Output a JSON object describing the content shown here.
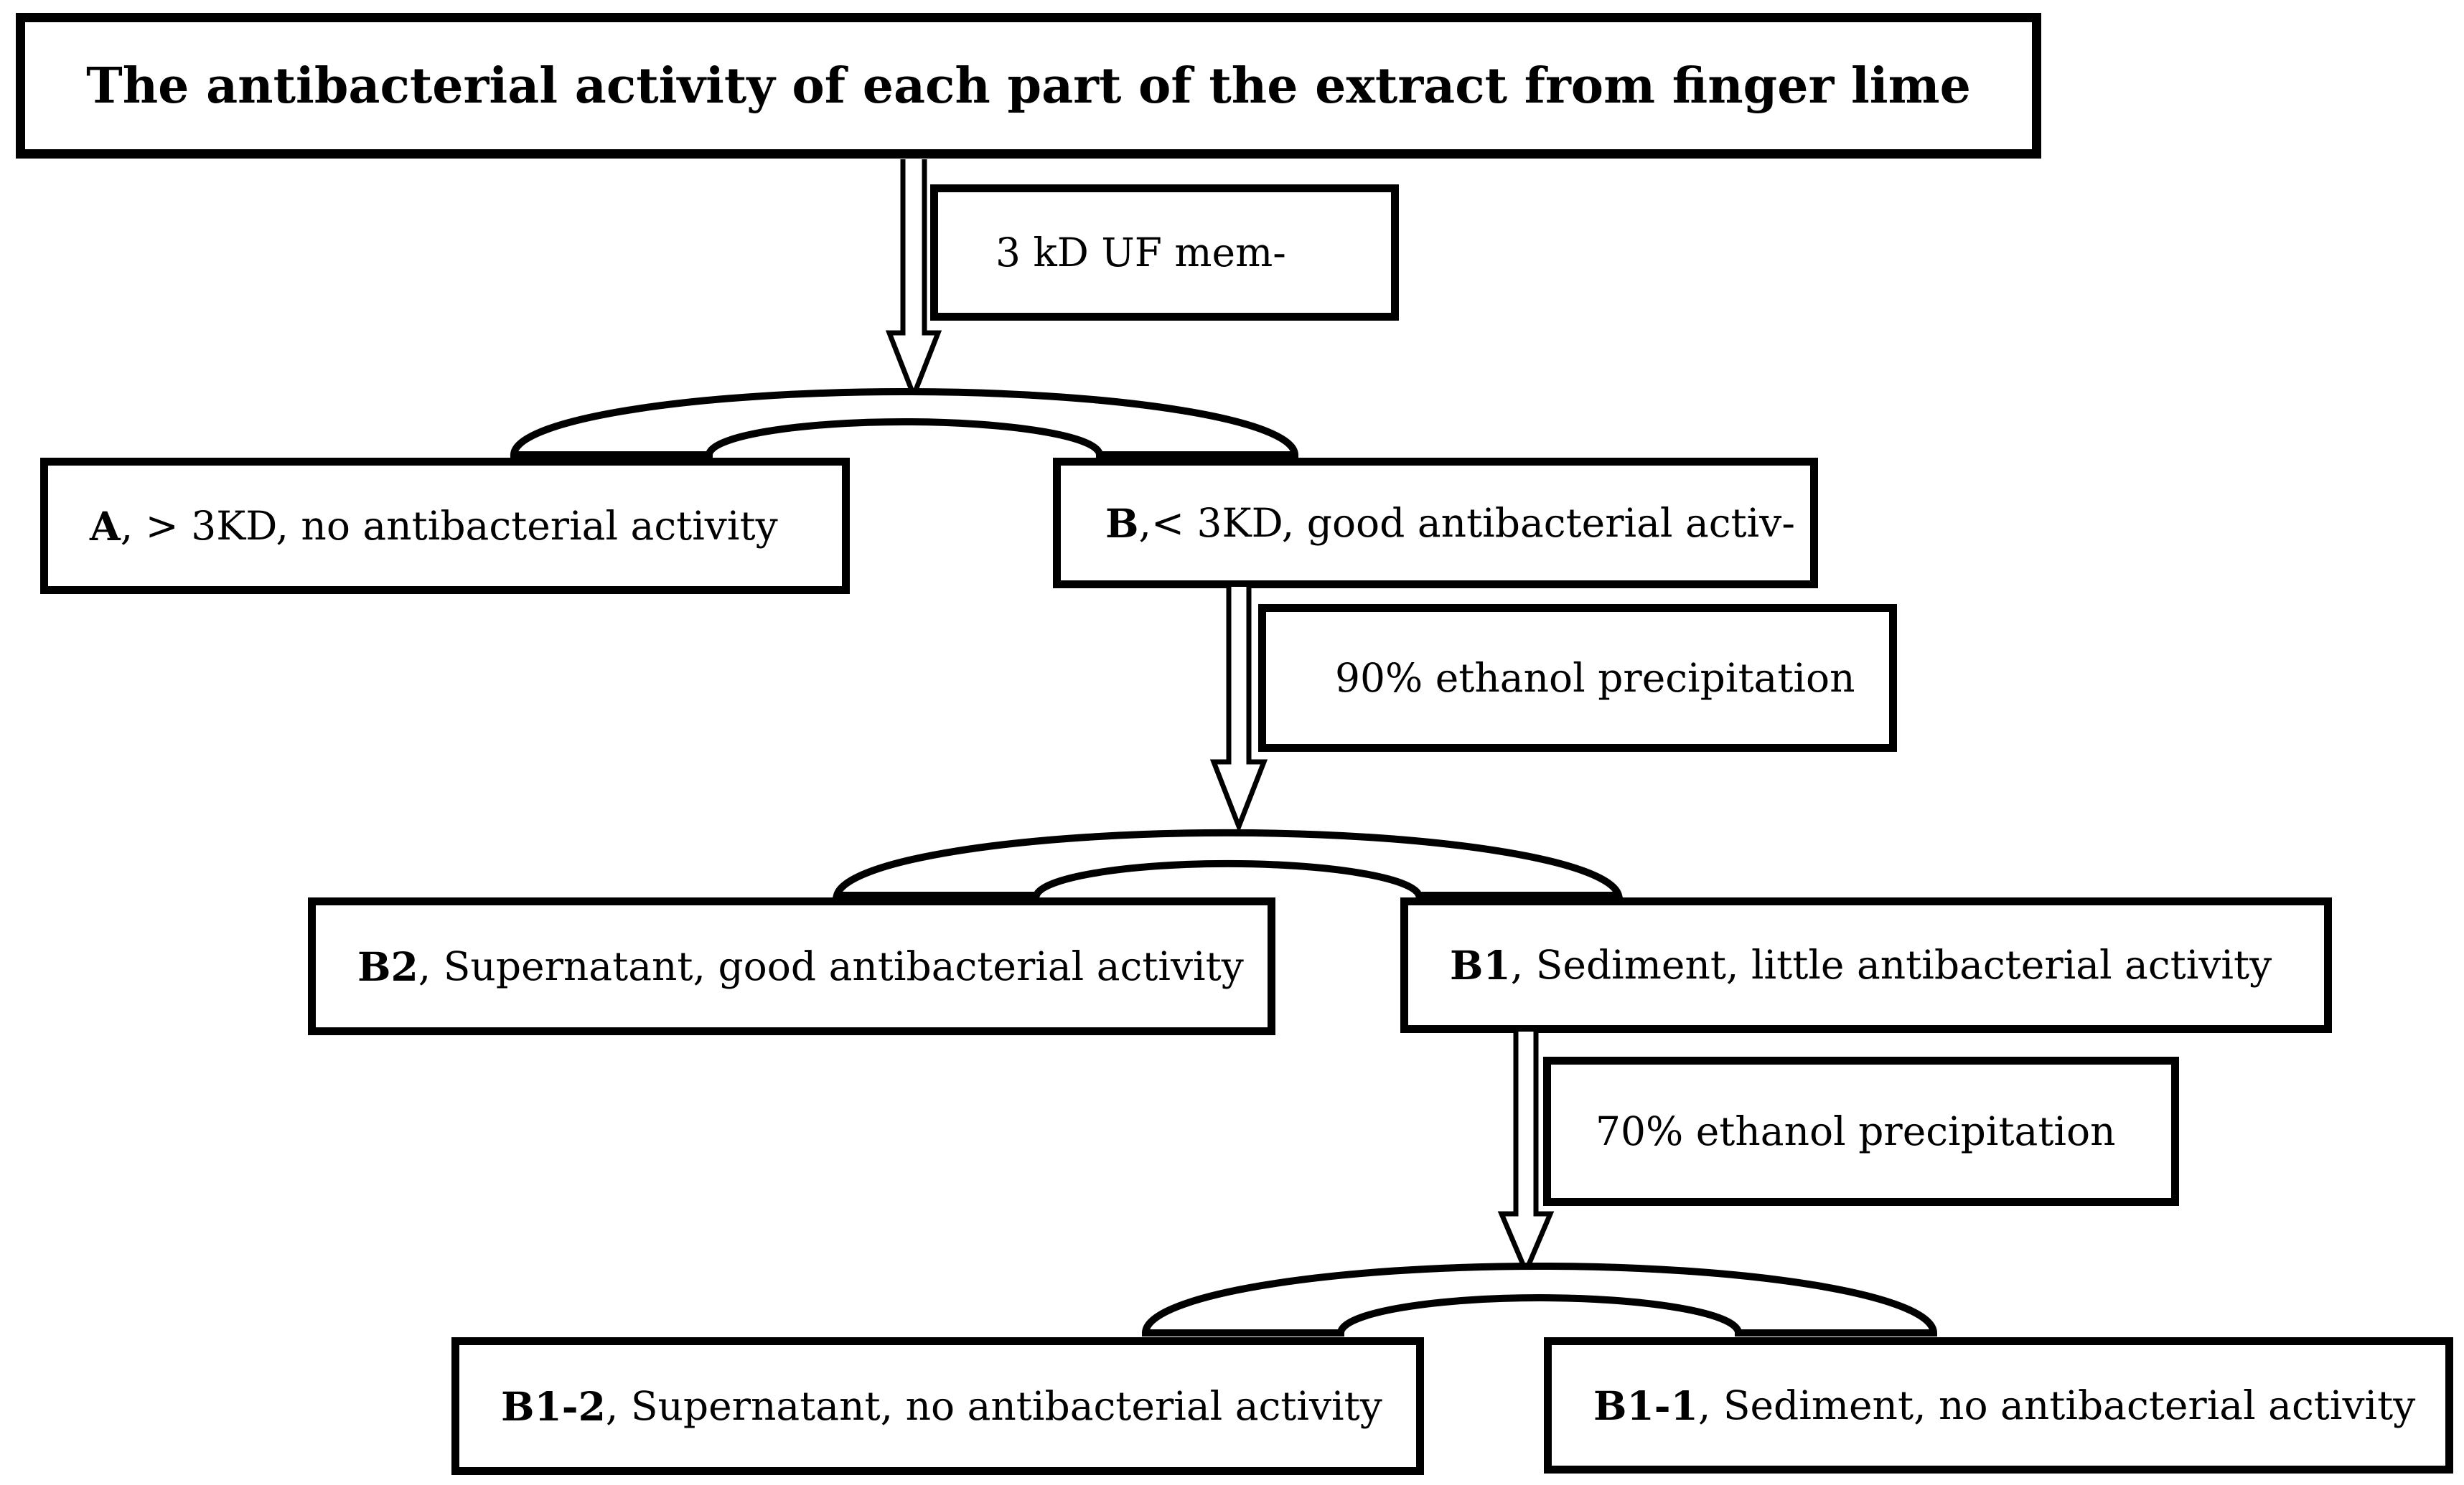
{
  "figure": {
    "title": "The antibacterial activity of each part of the extract from finger lime"
  },
  "colors": {
    "ink": "#000000",
    "paper": "#ffffff"
  },
  "process_labels": {
    "uf": "3 kD UF mem-",
    "ethanol90": "90% ethanol precipitation",
    "ethanol70": "70% ethanol precipitation"
  },
  "nodes": {
    "A": {
      "code": "A",
      "desc": ", > 3KD, no antibacterial activity"
    },
    "B": {
      "code": "B",
      "desc": ",< 3KD, good antibacterial activ-"
    },
    "B2": {
      "code": "B2",
      "desc": ", Supernatant, good antibacterial activity"
    },
    "B1": {
      "code": "B1",
      "desc": ", Sediment, little antibacterial activity"
    },
    "B1_2": {
      "code": "B1-2",
      "desc": ", Supernatant, no antibacterial activity"
    },
    "B1_1": {
      "code": "B1-1",
      "desc": ", Sediment, no antibacterial activity"
    }
  }
}
